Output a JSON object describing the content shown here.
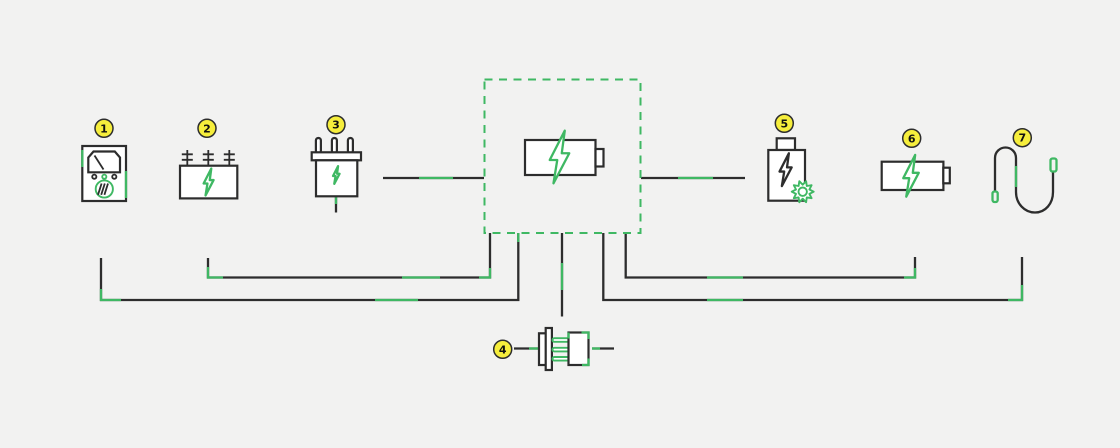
{
  "title": "battery-charging-system-diagram",
  "colors": {
    "background": "#f2f2f1",
    "accent_green": "#3fb863",
    "line_dark": "#2d2d2d",
    "badge_fill": "#f6ee3c",
    "badge_text": "#111111",
    "shape_fill": "#ffffff"
  },
  "center_module": {
    "name": "battery-module",
    "icon": "battery-with-lightning-icon"
  },
  "nodes": [
    {
      "badge": "1",
      "name": "multimeter",
      "icon": "multimeter-icon"
    },
    {
      "badge": "2",
      "name": "grid-transformer",
      "icon": "transformer-lightning-icon"
    },
    {
      "badge": "3",
      "name": "charger-plug",
      "icon": "plug-lightning-icon"
    },
    {
      "badge": "4",
      "name": "connector-pair",
      "icon": "connector-plug-socket-icon"
    },
    {
      "badge": "5",
      "name": "battery-cell",
      "icon": "battery-cell-gear-icon"
    },
    {
      "badge": "6",
      "name": "battery-pack",
      "icon": "battery-lightning-icon"
    },
    {
      "badge": "7",
      "name": "charging-cable",
      "icon": "cable-icon"
    }
  ]
}
